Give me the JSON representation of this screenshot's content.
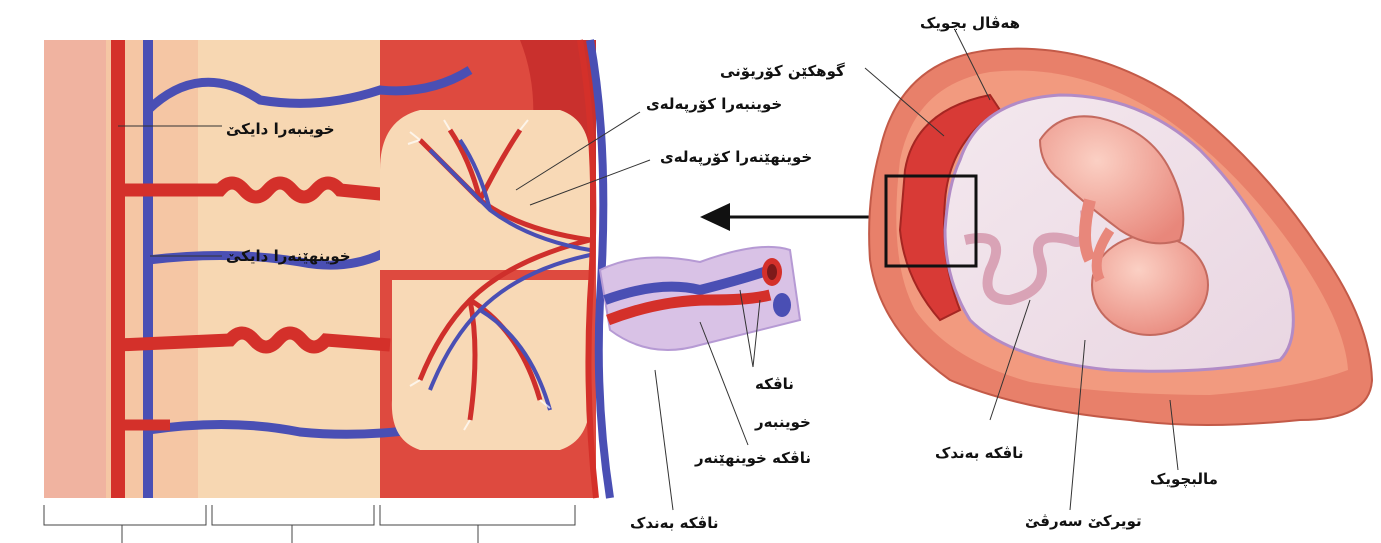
{
  "labels": {
    "maternal_artery": "خوینبەرا دایکێ",
    "maternal_vein": "خوینهێنەرا دایکێ",
    "fetal_artery": "خوینبەرا کۆرپەلەی",
    "fetal_vein": "خوینهێنەرا کۆرپەلەی",
    "umbilical_arteries_line1": "ناڤکە",
    "umbilical_arteries_line2": "خوینبەر",
    "umbilical_vein": "ناڤکە خوینهێنەر",
    "umbilical_cord_left": "ناڤکە بەندک",
    "uterine_wall": "هەڤال بچویک",
    "chorionic_villi": "گوهکێن کۆریۆنی",
    "umbilical_cord_right": "ناڤکە بەندک",
    "amniotic_membrane": "تویرکێ سەرڤێ",
    "uterus": "مالبچویک"
  },
  "colors": {
    "artery": "#e2332b",
    "vein": "#4b4fb6",
    "tissue": "#f5cfa6",
    "uterus": "#e8846a",
    "placenta": "#d83a36"
  }
}
